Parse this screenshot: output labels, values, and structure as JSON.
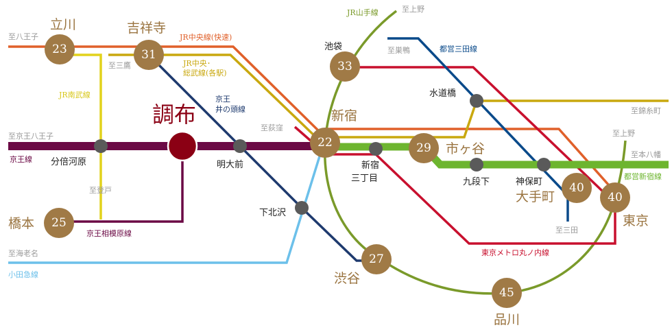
{
  "title": "調布",
  "colors": {
    "keio": "#6b0a45",
    "chuo_rapid": "#e0602a",
    "chuo_sobu": "#c9a80f",
    "nambu": "#e2d21c",
    "inokashira": "#1e3a6e",
    "yamanote": "#7a9a2a",
    "marunouchi": "#c8102e",
    "mita": "#0a4a8a",
    "shinjuku_line": "#6db52f",
    "odakyu": "#6cc0ea",
    "badge": "#a07a46",
    "chofu": "#8b0014"
  },
  "stations": {
    "tachikawa": {
      "name": "立川",
      "minutes": "23"
    },
    "kichijoji": {
      "name": "吉祥寺",
      "minutes": "31"
    },
    "shinjuku": {
      "name": "新宿",
      "minutes": "22"
    },
    "ikebukuro": {
      "name": "池袋",
      "minutes": "33"
    },
    "ichigaya": {
      "name": "市ヶ谷",
      "minutes": "29"
    },
    "otemachi": {
      "name": "大手町",
      "minutes": "40"
    },
    "tokyo": {
      "name": "東京",
      "minutes": "40"
    },
    "shibuya": {
      "name": "渋谷",
      "minutes": "27"
    },
    "shinagawa": {
      "name": "品川",
      "minutes": "45"
    },
    "hashimoto": {
      "name": "橋本",
      "minutes": "25"
    },
    "bubaigawara": "分倍河原",
    "meidaimae": "明大前",
    "shimokitazawa": "下北沢",
    "shinjuku_sanchome_1": "新宿",
    "shinjuku_sanchome_2": "三丁目",
    "kudanshita": "九段下",
    "jimbocho": "神保町",
    "suidobashi": "水道橋"
  },
  "lines": {
    "chuo_rapid": "JR中央線(快速)",
    "chuo_sobu_1": "JR中央･",
    "chuo_sobu_2": "総武線(各駅)",
    "nambu": "JR南武線",
    "inokashira_1": "京王",
    "inokashira_2": "井の頭線",
    "keio": "京王線",
    "sagamihara": "京王相模原線",
    "odakyu": "小田急線",
    "yamanote": "JR山手線",
    "mita": "都営三田線",
    "shinjuku": "都営新宿線",
    "marunouchi": "東京メトロ丸ノ内線"
  },
  "destinations": {
    "hachioji": "至八王子",
    "mitaka": "至三鷹",
    "keio_hachioji": "至京王八王子",
    "ogikubo": "至荻窪",
    "noborito": "至登戸",
    "ebina": "至海老名",
    "ueno_top": "至上野",
    "sugamo": "至巣鴨",
    "kinshicho": "至錦糸町",
    "ueno_right": "至上野",
    "motoyawata": "至本八幡",
    "mita": "至三田"
  }
}
